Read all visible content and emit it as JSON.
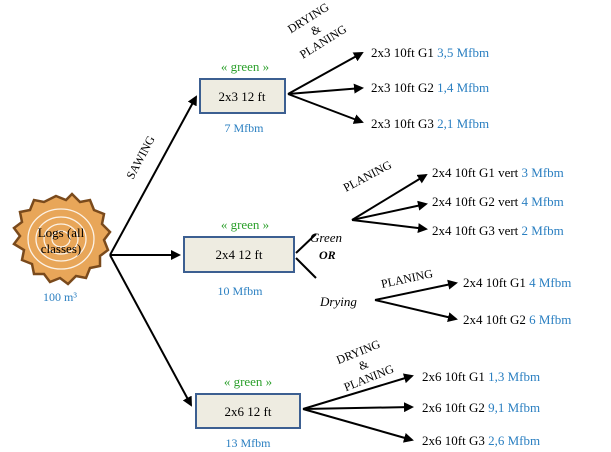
{
  "log": {
    "label_line1": "Logs (all",
    "label_line2": "classes)",
    "volume": "100 m³"
  },
  "sawing_label": "SAWING",
  "colors": {
    "blue": "#2a7fc1",
    "green": "#2ca02c",
    "box_fill": "#eeece1",
    "box_border": "#3c5f91",
    "log_fill": "#e8a659",
    "log_ring": "#ffffff",
    "log_edge": "#7a4a1c"
  },
  "boxes": [
    {
      "green_tag": "« green »",
      "label": "2x3 12 ft",
      "volume": "7 Mfbm"
    },
    {
      "green_tag": "« green »",
      "label": "2x4 12 ft",
      "volume": "10 Mfbm"
    },
    {
      "green_tag": "« green »",
      "label": "2x6 12 ft",
      "volume": "13 Mfbm"
    }
  ],
  "branch_top": {
    "process_line1": "DRYING",
    "process_line2": "&",
    "process_line3": "PLANING",
    "products": [
      {
        "name": "2x3 10ft G1",
        "volume": "3,5 Mfbm"
      },
      {
        "name": "2x3 10ft G2",
        "volume": "1,4 Mfbm"
      },
      {
        "name": "2x3 10ft G3",
        "volume": "2,1 Mfbm"
      }
    ]
  },
  "branch_mid": {
    "green_label": "Green",
    "or_label": "OR",
    "drying_label": "Drying",
    "planing_label_1": "PLANING",
    "planing_label_2": "PLANING",
    "green_products": [
      {
        "name": "2x4 10ft G1 vert",
        "volume": "3 Mfbm"
      },
      {
        "name": "2x4 10ft G2 vert",
        "volume": "4 Mfbm"
      },
      {
        "name": "2x4 10ft G3 vert",
        "volume": " 2 Mfbm"
      }
    ],
    "dry_products": [
      {
        "name": "2x4 10ft G1",
        "volume": "4 Mfbm"
      },
      {
        "name": "2x4 10ft G2",
        "volume": "6 Mfbm"
      }
    ]
  },
  "branch_bot": {
    "process_line1": "DRYING",
    "process_line2": "&",
    "process_line3": "PLANING",
    "products": [
      {
        "name": "2x6 10ft G1",
        "volume": "1,3 Mfbm"
      },
      {
        "name": "2x6 10ft G2",
        "volume": "9,1 Mfbm"
      },
      {
        "name": "2x6 10ft G3",
        "volume": " 2,6 Mfbm"
      }
    ]
  }
}
